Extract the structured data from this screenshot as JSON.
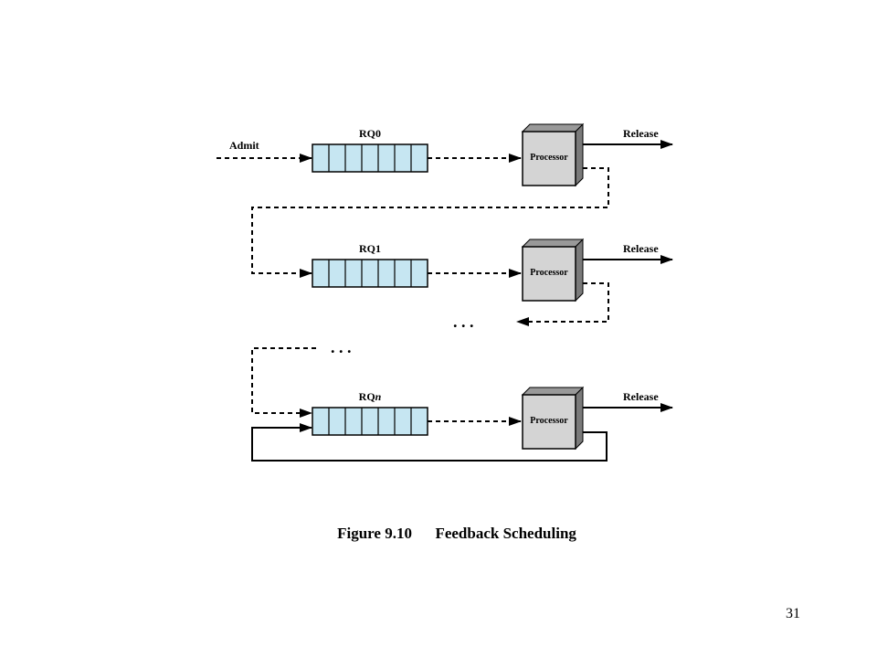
{
  "diagram": {
    "admit_label": "Admit",
    "queues": [
      {
        "name": "RQ0",
        "name_prefix": "RQ",
        "name_suffix": "0",
        "suffix_italic": false,
        "processor_label": "Processor",
        "release_label": "Release"
      },
      {
        "name": "RQ1",
        "name_prefix": "RQ",
        "name_suffix": "1",
        "suffix_italic": false,
        "processor_label": "Processor",
        "release_label": "Release"
      },
      {
        "name": "RQn",
        "name_prefix": "RQ",
        "name_suffix": "n",
        "suffix_italic": true,
        "processor_label": "Processor",
        "release_label": "Release"
      }
    ],
    "ellipsis": ". . ."
  },
  "colors": {
    "queue_cell_fill": "#c6e6f2",
    "processor_front": "#d4d4d4",
    "processor_top": "#999999",
    "processor_side": "#7a7a7a",
    "line": "#000000"
  },
  "caption": {
    "figure": "Figure 9.10",
    "title": "Feedback Scheduling"
  },
  "page_number": "31"
}
